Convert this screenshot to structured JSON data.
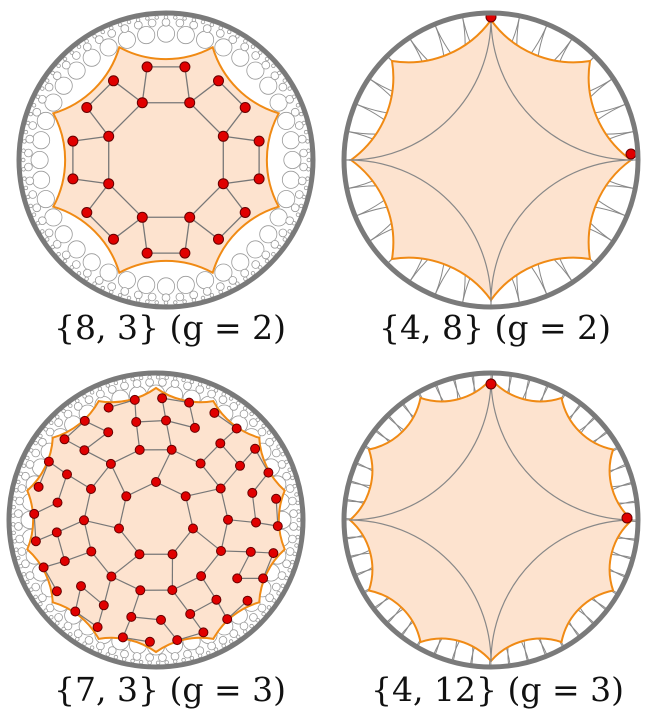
{
  "figure": {
    "panels": [
      {
        "id": "p83",
        "caption": "{8, 3}  (g = 2)",
        "vertex_color": "#e00000",
        "region_fill": "#fde3cf",
        "boundary_color": "#f08a14",
        "edge_color": "#777777"
      },
      {
        "id": "p48",
        "caption": "{4, 8}  (g = 2)",
        "vertex_color": "#e00000",
        "region_fill": "#fde3cf",
        "boundary_color": "#f08a14",
        "edge_color": "#777777"
      },
      {
        "id": "p73",
        "caption": "{7, 3}  (g = 3)",
        "vertex_color": "#e00000",
        "region_fill": "#fde3cf",
        "boundary_color": "#f08a14",
        "edge_color": "#777777"
      },
      {
        "id": "p412",
        "caption": "{4, 12}  (g = 3)",
        "vertex_color": "#e00000",
        "region_fill": "#fde3cf",
        "boundary_color": "#f08a14",
        "edge_color": "#777777"
      }
    ]
  }
}
